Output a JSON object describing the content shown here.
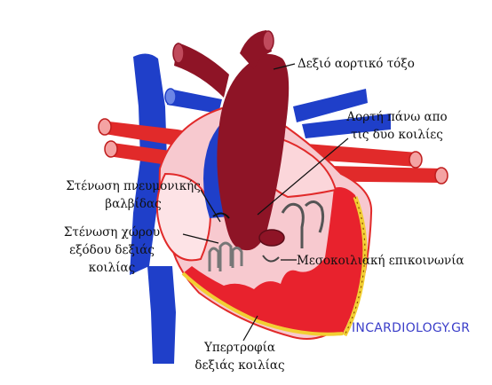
{
  "labels": {
    "aortic_arch": "Δεξιό αορτικό τόξο",
    "overriding_aorta_line1": "Αορτή πάνω απο",
    "overriding_aorta_line2": "τις δυο κοιλίες",
    "pulmonary_stenosis_line1": "Στένωση πνευμονικής",
    "pulmonary_stenosis_line2": "βαλβίδας",
    "outflow_stenosis_line1": "Στένωση χώρου",
    "outflow_stenosis_line2": "εξόδου δεξιάς",
    "outflow_stenosis_line3": "κοιλίας",
    "vsd": "Μεσοκοιλιακή επικοινωνία",
    "rvh_line1": "Υπερτροφία",
    "rvh_line2": "δεξιάς κοιλίας"
  },
  "watermark": {
    "text": "INCARDIOLOGY.GR",
    "color": "#3b3ec9"
  },
  "colors": {
    "aorta": "#8e1426",
    "venous_blue": "#1f3fc9",
    "artery_red": "#e12a2a",
    "chamber_pink": "#f7c9cf",
    "muscle_red": "#e8222d",
    "hypertrophy_yellow": "#f2cf33"
  }
}
